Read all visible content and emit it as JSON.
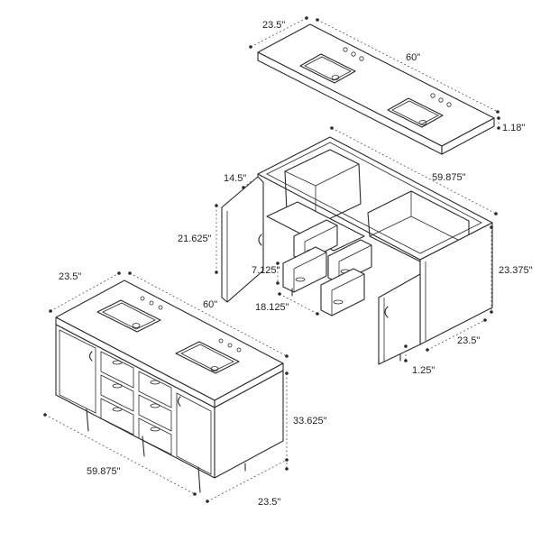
{
  "colors": {
    "stroke": "#2a2a2a",
    "background": "#ffffff"
  },
  "dimensions": {
    "top_depth": "23.5\"",
    "top_width": "60\"",
    "top_thickness": "1.18\"",
    "cab_side_depth": "14.5\"",
    "cab_width": "59.875\"",
    "cab_door_height": "21.625\"",
    "cab_height": "23.375\"",
    "drawer_height": "7.125\"",
    "drawer_width": "18.125\"",
    "cab_depth": "23.5\"",
    "leg_height": "1.25\"",
    "asm_depth": "23.5\"",
    "asm_top_width": "60\"",
    "asm_height": "33.625\"",
    "asm_width": "59.875\"",
    "asm_base_depth": "23.5\""
  }
}
